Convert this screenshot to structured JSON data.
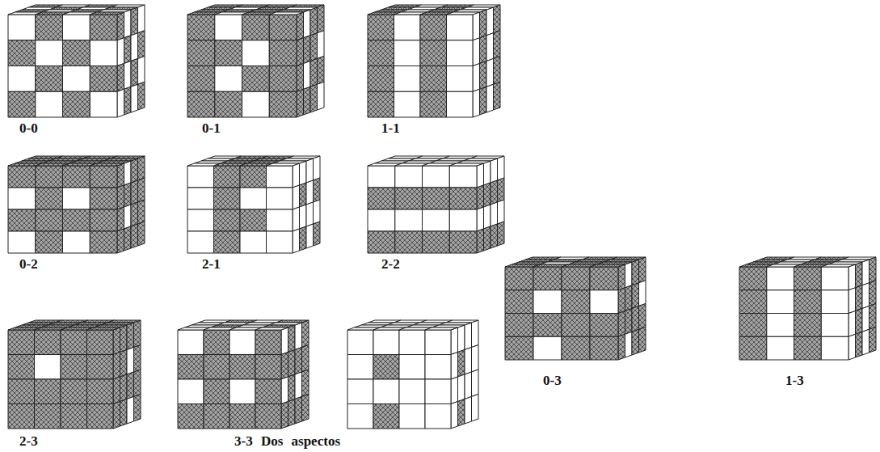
{
  "diagram": {
    "labels": [
      "0-0",
      "0-1",
      "1-1",
      "0-2",
      "2-1",
      "2-2",
      "0-3",
      "1-3",
      "2-3",
      "3-3 Dos aspectos"
    ]
  }
}
